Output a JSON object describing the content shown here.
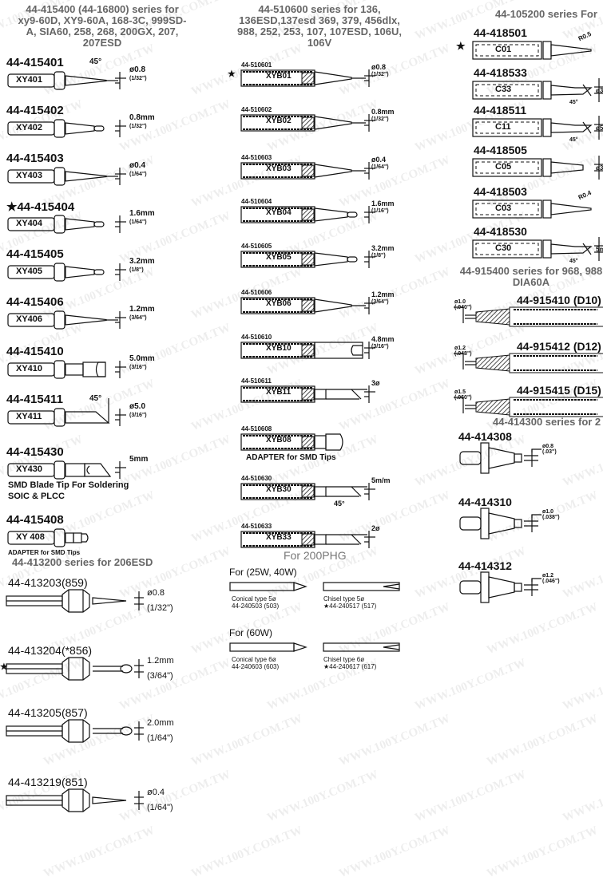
{
  "watermark": "WWW.100Y.COM.TW",
  "series_415400": {
    "title_lines": [
      "44-415400 (44-16800) series for",
      "xy9-60D, XY9-60A, 168-3C, 999SD-",
      "A, SIA60, 258, 268, 200GX, 207,",
      "207ESD"
    ],
    "items": [
      {
        "part": "44-415401",
        "code": "XY401",
        "dim": "ø0.8",
        "frac": "(1/32\")",
        "angle": "45°",
        "type": "cone"
      },
      {
        "part": "44-415402",
        "code": "XY402",
        "dim": "0.8mm",
        "frac": "(1/32\")",
        "type": "chisel"
      },
      {
        "part": "44-415403",
        "code": "XY403",
        "dim": "ø0.4",
        "frac": "(1/64\")",
        "type": "cone"
      },
      {
        "part": "★44-415404",
        "code": "XY404",
        "dim": "1.6mm",
        "frac": "(1/64\")",
        "type": "chisel"
      },
      {
        "part": "44-415405",
        "code": "XY405",
        "dim": "3.2mm",
        "frac": "(1/8\")",
        "type": "chisel"
      },
      {
        "part": "44-415406",
        "code": "XY406",
        "dim": "1.2mm",
        "frac": "(3/64\")",
        "type": "cone"
      },
      {
        "part": "44-415410",
        "code": "XY410",
        "dim": "5.0mm",
        "frac": "(3/16\")",
        "type": "wide"
      },
      {
        "part": "44-415411",
        "code": "XY411",
        "dim": "ø5.0",
        "frac": "(3/16\")",
        "angle": "45°",
        "type": "bevel"
      },
      {
        "part": "44-415430",
        "code": "XY430",
        "dim": "5mm",
        "frac": "",
        "type": "blade",
        "note_lines": [
          "SMD Blade Tip For Soldering",
          "SOIC & PLCC"
        ]
      },
      {
        "part": "44-415408",
        "code": "XY 408",
        "dim": "",
        "frac": "",
        "type": "adapter",
        "note_lines": [
          "ADAPTER for SMD Tips"
        ]
      }
    ]
  },
  "series_413200": {
    "title_lines": [
      "44-413200 series for 206ESD"
    ],
    "items": [
      {
        "part": "44-413203(859)",
        "dim": "ø0.8",
        "frac": "(1/32\")",
        "type": "cone"
      },
      {
        "part": "44-413204(*856)",
        "dim": "1.2mm",
        "frac": "(3/64\")",
        "star": "★",
        "type": "round"
      },
      {
        "part": "44-413205(857)",
        "dim": "2.0mm",
        "frac": "(1/64\")",
        "type": "round"
      },
      {
        "part": "44-413219(851)",
        "dim": "ø0.4",
        "frac": "(1/64\")",
        "type": "cone"
      }
    ]
  },
  "series_510600": {
    "title_lines": [
      "44-510600 series for 136,",
      "136ESD,137esd 369, 379, 456dlx,",
      "988, 252, 253, 107, 107ESD, 106U,",
      "106V"
    ],
    "items": [
      {
        "part": "44-510601",
        "code": "XYB01",
        "dim": "ø0.8",
        "frac": "(1/32\")",
        "star": "★",
        "type": "cone"
      },
      {
        "part": "44-510602",
        "code": "XYB02",
        "dim": "0.8mm",
        "frac": "(1/32\")",
        "type": "cone"
      },
      {
        "part": "44-510603",
        "code": "XYB03",
        "dim": "ø0.4",
        "frac": "(1/64\")",
        "type": "cone"
      },
      {
        "part": "44-510604",
        "code": "XYB04",
        "dim": "1.6mm",
        "frac": "(1/16\")",
        "type": "chisel"
      },
      {
        "part": "44-510605",
        "code": "XYB05",
        "dim": "3.2mm",
        "frac": "(1/8\")",
        "type": "chisel"
      },
      {
        "part": "44-510606",
        "code": "XYB06",
        "dim": "1.2mm",
        "frac": "(3/64\")",
        "type": "cone"
      },
      {
        "part": "44-510610",
        "code": "XYB10",
        "dim": "4.8mm",
        "frac": "(3/16\")",
        "type": "wide"
      },
      {
        "part": "44-510611",
        "code": "XYB11",
        "dim": "3ø",
        "frac": "",
        "type": "bevel"
      },
      {
        "part": "44-510608",
        "code": "XYB08",
        "dim": "",
        "frac": "",
        "type": "adapter",
        "note": "ADAPTER for SMD Tips"
      },
      {
        "part": "44-510630",
        "code": "XYB30",
        "dim": "5m/m",
        "frac": "",
        "angle": "45°",
        "type": "bevel"
      },
      {
        "part": "44-510633",
        "code": "XYB33",
        "dim": "2ø",
        "frac": "",
        "type": "bevel"
      }
    ]
  },
  "series_200phg": {
    "title": "For 200PHG",
    "groups": [
      {
        "heading": "For (25W, 40W)",
        "items": [
          {
            "type_label": "Conical type 5ø",
            "part": "44-240503 (503)"
          },
          {
            "type_label": "Chisel type 5ø",
            "part": "★44-240517 (517)"
          }
        ]
      },
      {
        "heading": "For (60W)",
        "items": [
          {
            "type_label": "Conical type 6ø",
            "part": "44-240603 (603)"
          },
          {
            "type_label": "Chisel type 6ø",
            "part": "★44-240617 (617)"
          }
        ]
      }
    ]
  },
  "series_105200": {
    "title": "44-105200 series For",
    "items": [
      {
        "part": "44-418501",
        "code": "C01",
        "dim": "R0.5",
        "star": "★",
        "type": "cone"
      },
      {
        "part": "44-418533",
        "code": "C33",
        "dim": "ø3",
        "angle": "45°",
        "type": "bevel"
      },
      {
        "part": "44-418511",
        "code": "C11",
        "dim": "ø5",
        "angle": "45°",
        "type": "bevel"
      },
      {
        "part": "44-418505",
        "code": "C05",
        "dim": "ø3",
        "type": "chisel"
      },
      {
        "part": "44-418503",
        "code": "C03",
        "dim": "R0.4",
        "type": "cone"
      },
      {
        "part": "44-418530",
        "code": "C30",
        "dim": "5m",
        "angle": "45°",
        "type": "bevel"
      }
    ]
  },
  "series_915400": {
    "title_lines": [
      "44-915400 series for 968, 988",
      "DIA60A"
    ],
    "items": [
      {
        "part": "44-915410 (D10)",
        "dim": "ø1.0",
        "frac": "(.040\")"
      },
      {
        "part": "44-915412 (D12)",
        "dim": "ø1.2",
        "frac": "(.048\")"
      },
      {
        "part": "44-915415 (D15)",
        "dim": "ø1.5",
        "frac": "(.060\")"
      }
    ]
  },
  "series_414300": {
    "title": "44-414300 series for 2",
    "items": [
      {
        "part": "44-414308",
        "dim": "ø0.8",
        "frac": "(.03\")"
      },
      {
        "part": "44-414310",
        "dim": "ø1.0",
        "frac": "(.038\")"
      },
      {
        "part": "44-414312",
        "dim": "ø1.2",
        "frac": "(.046\")"
      }
    ]
  }
}
